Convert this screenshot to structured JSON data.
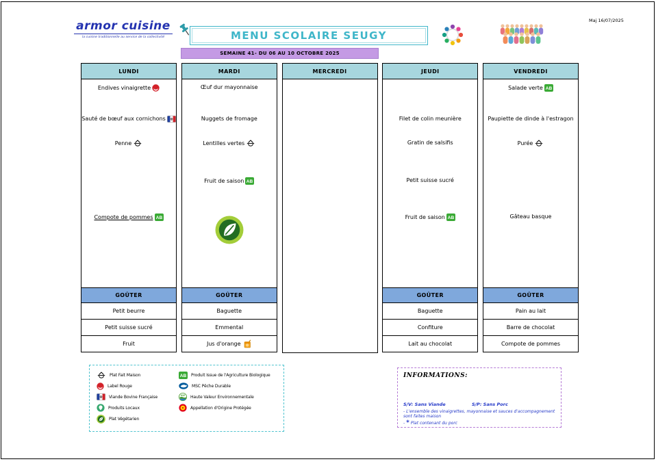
{
  "page": {
    "updated": "Maj 16/07/2025"
  },
  "header": {
    "logo": {
      "title": "armor cuisine",
      "tagline": "la cuisine traditionnelle au service de la collectivité"
    },
    "title": "MENU SCOLAIRE SEUGY",
    "week_banner": "SEMAINE 41- DU 06 AU 10 OCTOBRE 2025"
  },
  "menu": {
    "gouter_label": "GOÛTER",
    "columns": [
      {
        "day": "LUNDI",
        "items": [
          {
            "label": "Endives vinaigrette",
            "icon": "label-rouge",
            "slot": 0
          },
          {
            "label": "Sauté de bœuf aux cornichons",
            "icon": "viande-bovine",
            "slot": 1
          },
          {
            "label": "Penne",
            "icon": "fait-maison",
            "slot": 2
          },
          {
            "label": "Compote de pommes",
            "icon": "ab",
            "slot": 4,
            "underline": true
          }
        ],
        "gouter": [
          "Petit beurre",
          "Petit suisse sucré",
          "Fruit"
        ]
      },
      {
        "day": "MARDI",
        "items": [
          {
            "label": "Œuf dur mayonnaise",
            "slot": 0
          },
          {
            "label": "Nuggets de fromage",
            "slot": 1
          },
          {
            "label": "Lentilles vertes",
            "icon": "fait-maison",
            "slot": 2
          },
          {
            "label": "Fruit de saison",
            "icon": "ab",
            "slot": 3
          },
          {
            "icon": "vegetarien-large",
            "slot": 5
          }
        ],
        "gouter": [
          "Baguette",
          "Emmental",
          {
            "label": "Jus d'orange",
            "icon": "jus-orange"
          }
        ]
      },
      {
        "day": "MERCREDI",
        "items": [],
        "gouter": null
      },
      {
        "day": "JEUDI",
        "items": [
          {
            "label": "Filet de colin meunière",
            "slot": 1
          },
          {
            "label": "Gratin de salsifis",
            "slot": 2
          },
          {
            "label": "Petit suisse sucré",
            "slot": 3
          },
          {
            "label": "Fruit de saison",
            "icon": "ab",
            "slot": 4
          }
        ],
        "gouter": [
          "Baguette",
          "Confiture",
          "Lait au chocolat"
        ]
      },
      {
        "day": "VENDREDI",
        "items": [
          {
            "label": "Salade verte",
            "icon": "ab",
            "slot": 0
          },
          {
            "label": "Paupiette de dinde à l'estragon",
            "slot": 1
          },
          {
            "label": "Purée",
            "icon": "fait-maison",
            "slot": 2
          },
          {
            "label": "Gâteau basque",
            "slot": 4
          }
        ],
        "gouter": [
          "Pain au lait",
          "Barre de chocolat",
          "Compote de pommes"
        ]
      }
    ]
  },
  "legend": {
    "left": [
      {
        "icon": "fait-maison",
        "label": "Plat Fait Maison"
      },
      {
        "icon": "label-rouge",
        "label": "Label Rouge"
      },
      {
        "icon": "viande-bovine",
        "label": "Viande Bovine Française"
      },
      {
        "icon": "produits-locaux",
        "label": "Produits Locaux"
      },
      {
        "icon": "vegetarien",
        "label": "Plat Végétarien"
      }
    ],
    "right": [
      {
        "icon": "ab",
        "label": "Produit Issue de l'Agriculture Biologique"
      },
      {
        "icon": "msc",
        "label": "MSC Pêche Durable"
      },
      {
        "icon": "hve",
        "label": "Haute Valeur Environnementale"
      },
      {
        "icon": "aop",
        "label": "Appellation d'Origine Protégée"
      }
    ]
  },
  "info": {
    "title": "INFORMATIONS:",
    "sv": "S/V: Sans Viande",
    "sp": "S/P: Sans Porc",
    "line1": "- L'ensemble des vinaigrettes, mayonnaise et sauces d'accompagnement sont faites maison",
    "line2_dash": "-",
    "line2_star": "*",
    "line2_text": "Plat contenant du porc"
  },
  "colors": {
    "day_header": "#a7d6de",
    "gouter_header": "#7fa8dc",
    "week_banner": "#c49ae4",
    "title_teal": "#3fb6c9",
    "info_blue": "#2438c8",
    "ab_green": "#3aaa35"
  }
}
